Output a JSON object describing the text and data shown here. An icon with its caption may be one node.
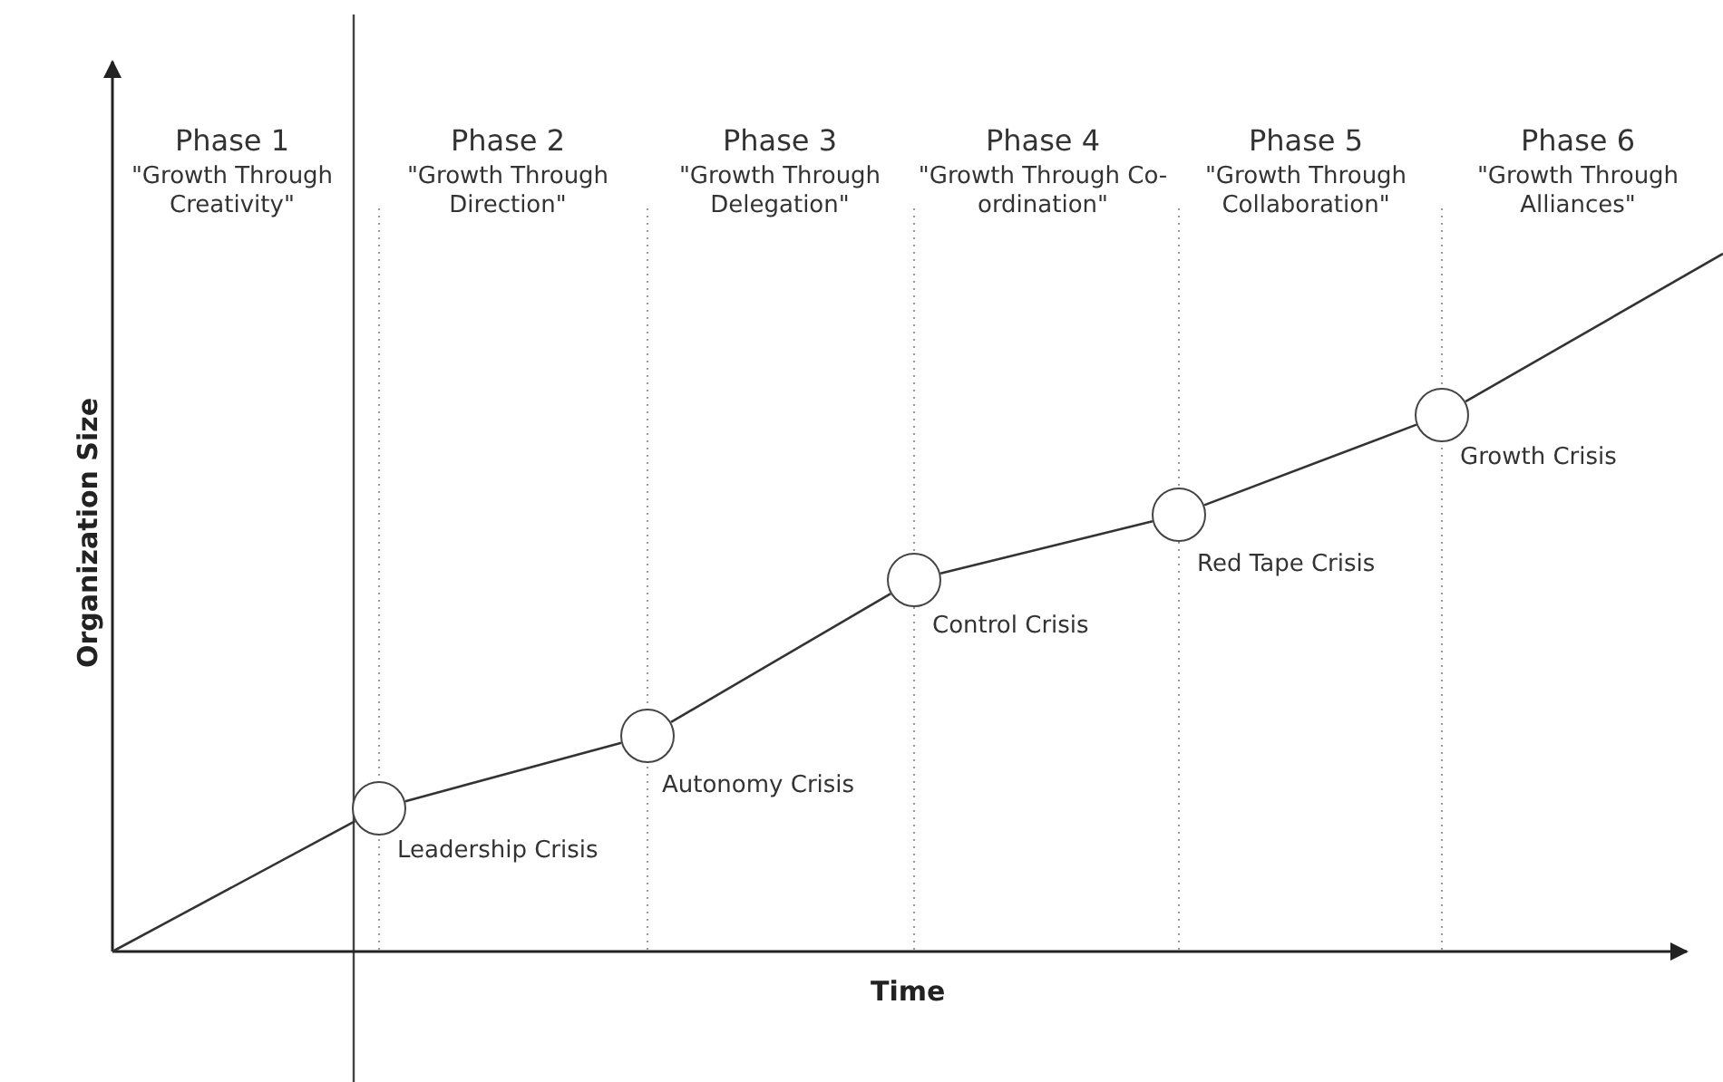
{
  "diagram": {
    "nodes": [
      {
        "text": [],
        "shape": "circle",
        "beside": [
          "Leadership Crisis"
        ]
      },
      {
        "text": [],
        "shape": "circle",
        "beside": [
          "Autonomy Crisis"
        ]
      },
      {
        "text": [],
        "shape": "circle",
        "beside": [
          "Control Crisis"
        ]
      },
      {
        "text": [],
        "shape": "circle",
        "beside": [
          "Red Tape Crisis"
        ]
      },
      {
        "text": [],
        "shape": "circle",
        "beside": [
          "Growth Crisis"
        ]
      }
    ],
    "edges": [
      {
        "from": null,
        "to": 0,
        "arrow": "none"
      },
      {
        "from": 0,
        "to": 1,
        "arrow": "none"
      },
      {
        "from": 1,
        "to": 2,
        "arrow": "none"
      },
      {
        "from": 2,
        "to": 3,
        "arrow": "none"
      },
      {
        "from": 3,
        "to": 4,
        "arrow": "none"
      },
      {
        "from": 4,
        "to": null,
        "arrow": "none"
      }
    ],
    "labels": [
      "Phase 1",
      "\"Growth Through Creativity\"",
      "Phase 2",
      "\"Growth Through Direction\"",
      "Phase 3",
      "\"Growth Through Delegation\"",
      "Phase 4",
      "\"Growth Through Co-ordination\"",
      "Phase 5",
      "\"Growth Through Collaboration\"",
      "Phase 6",
      "\"Growth Through Alliances\"",
      "Organization Size",
      "Time"
    ]
  }
}
